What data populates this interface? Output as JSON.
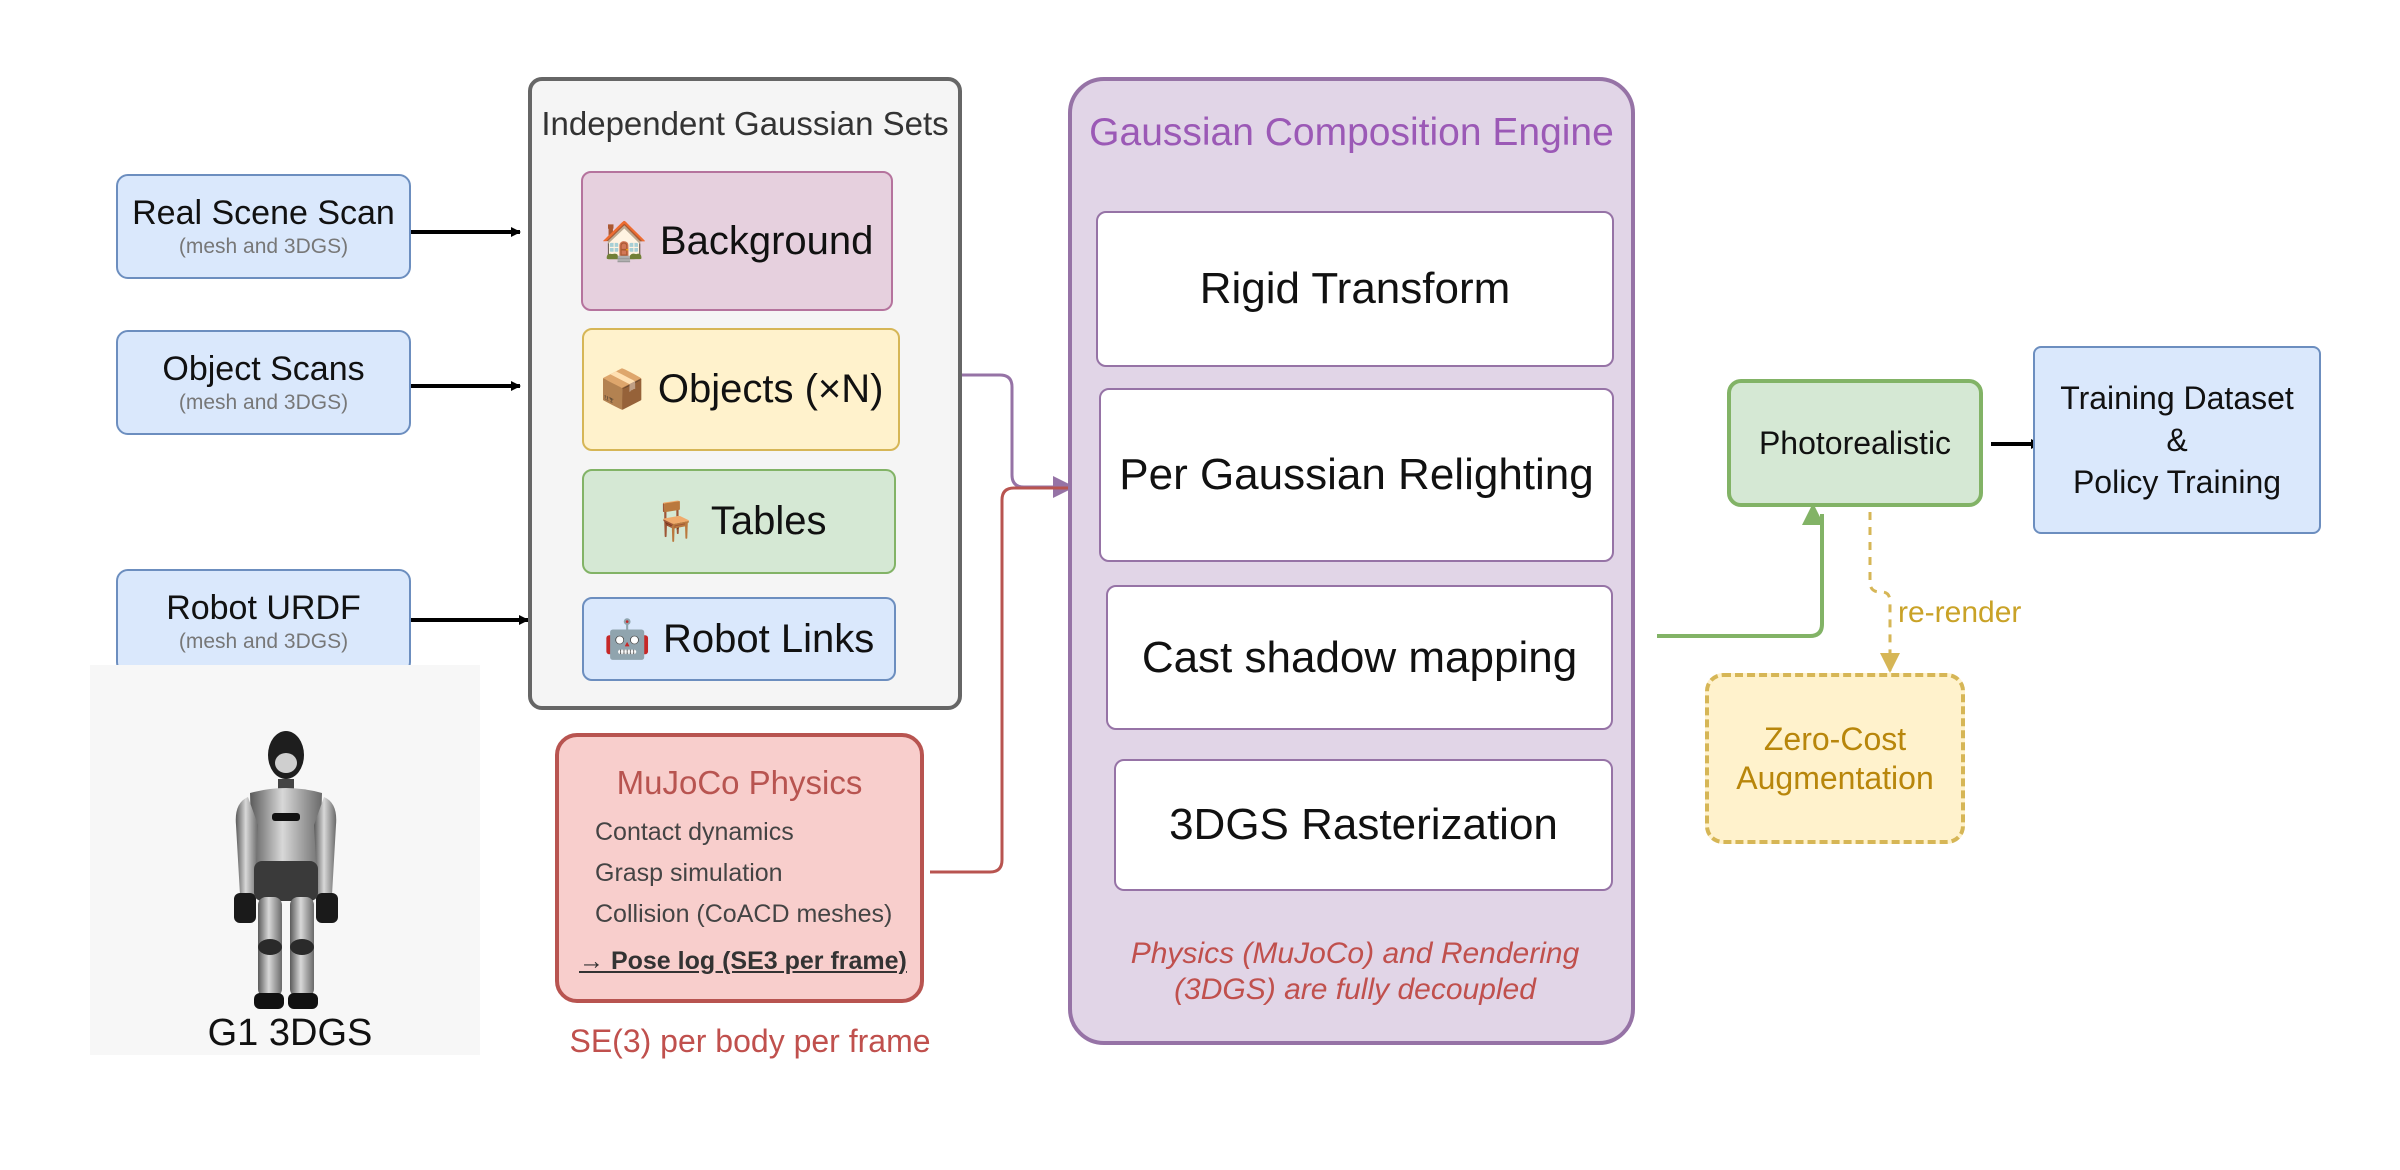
{
  "inputs": {
    "real_scene": {
      "title": "Real Scene Scan",
      "sub": "(mesh and 3DGS)"
    },
    "objects": {
      "title": "Object Scans",
      "sub": "(mesh and 3DGS)"
    },
    "robot": {
      "title": "Robot URDF",
      "sub": "(mesh and 3DGS)"
    }
  },
  "gaussian_sets": {
    "title": "Independent Gaussian Sets",
    "items": [
      {
        "label": "Background",
        "icon": "house-icon",
        "glyph": "🏠"
      },
      {
        "label": "Objects (×N)",
        "icon": "package-icon",
        "glyph": "📦"
      },
      {
        "label": "Tables",
        "icon": "chair-icon",
        "glyph": "🪑"
      },
      {
        "label": "Robot Links",
        "icon": "robot-icon",
        "glyph": "🤖"
      }
    ]
  },
  "physics": {
    "title": "MuJoCo Physics",
    "lines": [
      "Contact dynamics",
      "Grasp simulation",
      "Collision (CoACD meshes)"
    ],
    "log": "→ Pose log (SE3 per frame)",
    "caption": "SE(3) per body per frame"
  },
  "engine": {
    "title": "Gaussian Composition Engine",
    "steps": [
      "Rigid Transform",
      "Per Gaussian Relighting",
      "Cast shadow mapping",
      "3DGS Rasterization"
    ],
    "note": "Physics (MuJoCo) and Rendering (3DGS) are fully decoupled"
  },
  "output": {
    "photo": "Photorealistic",
    "training_lines": [
      "Training Dataset",
      "&",
      "Policy Training"
    ],
    "augmentation_lines": [
      "Zero-Cost",
      "Augmentation"
    ],
    "rerender": "re-render"
  },
  "robot_caption": "G1 3DGS",
  "colors": {
    "blue_fill": "#dae8fc",
    "blue_stroke": "#6c8ebf",
    "purple_fill": "#e1d5e7",
    "purple_stroke": "#9673a6",
    "red_fill": "#f8cecc",
    "red_stroke": "#b85450",
    "green_fill": "#d5e8d4",
    "green_stroke": "#82b366",
    "yellow_fill": "#fff2cc",
    "yellow_stroke": "#d6b656",
    "background_fill": "#e6d0de",
    "background_stroke": "#b5739d",
    "edge_black": "#000000",
    "edge_purple": "#9673a6",
    "edge_red": "#b85450",
    "edge_green": "#82b366",
    "edge_yellow": "#d6b656"
  }
}
